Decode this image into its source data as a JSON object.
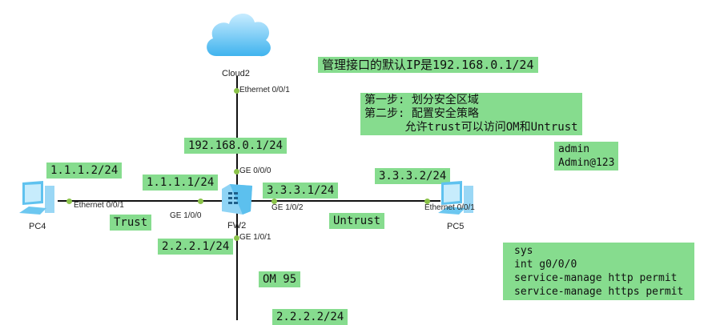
{
  "devices": {
    "cloud": "Cloud2",
    "fw": "FW2",
    "pc4": "PC4",
    "pc5": "PC5"
  },
  "ports": {
    "cloud_eth": "Ethernet 0/0/1",
    "fw_ge000": "GE 0/0/0",
    "pc4_eth": "Ethernet 0/0/1",
    "fw_ge100": "GE 1/0/0",
    "fw_ge102": "GE 1/0/2",
    "pc5_eth": "Ethernet 0/0/1",
    "fw_ge101": "GE 1/0/1"
  },
  "labels": {
    "mgmt_ip": "192.168.0.1/24",
    "pc4_ip": "1.1.1.2/24",
    "fw_trust_ip": "1.1.1.1/24",
    "trust": "Trust",
    "fw_untrust_ip": "3.3.3.1/24",
    "untrust": "Untrust",
    "pc5_ip": "3.3.3.2/24",
    "fw_om_ip": "2.2.2.1/24",
    "om": "OM 95",
    "om_peer_ip": "2.2.2.2/24"
  },
  "notes": {
    "mgmt": "管理接口的默认IP是192.168.0.1/24",
    "steps": [
      "第一步: 划分安全区域",
      "第二步: 配置安全策略",
      "      允许trust可以访问OM和Untrust"
    ],
    "creds": [
      "admin",
      "Admin@123"
    ],
    "commands": [
      "sys",
      "int g0/0/0",
      "service-manage http permit",
      "service-manage https permit"
    ]
  }
}
